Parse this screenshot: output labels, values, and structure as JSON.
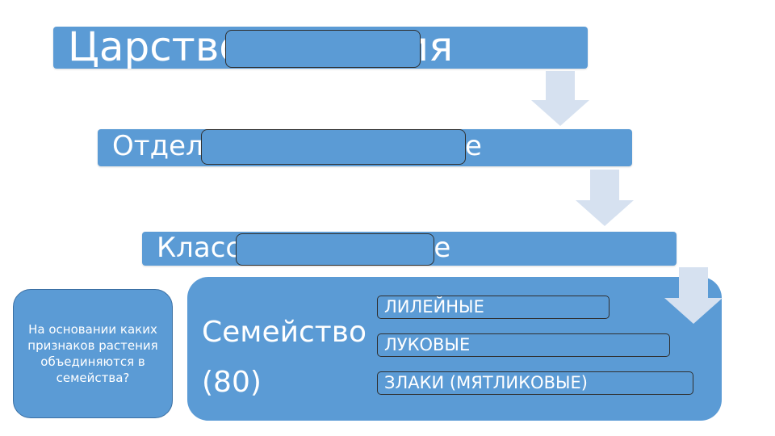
{
  "levels": [
    {
      "text": "Царство Растения"
    },
    {
      "text": "Отдел Покрытосеменные"
    },
    {
      "text": "Класс Однодольные"
    }
  ],
  "family": {
    "title_line1": "Семейство",
    "title_line2": "(80)",
    "items": [
      "ЛИЛЕЙНЫЕ",
      "ЛУКОВЫЕ",
      "ЗЛАКИ (МЯТЛИКОВЫЕ)"
    ]
  },
  "question": "На основании каких признаков растения объединяются в семейства?",
  "colors": {
    "box_fill": "#5b9bd5",
    "arrow_fill": "#d6e1f0",
    "text": "#ffffff"
  }
}
